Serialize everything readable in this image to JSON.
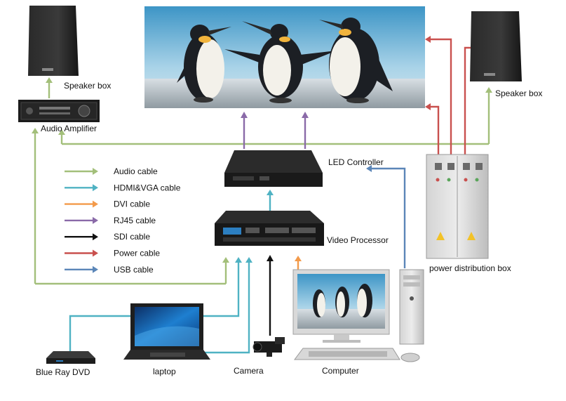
{
  "labels": {
    "speaker_left": "Speaker box",
    "speaker_right": "Speaker box",
    "audio_amplifier": "Audio Amplifier",
    "led_controller": "LED Controller",
    "video_processor": "Video Processor",
    "power_box": "power distribution box",
    "blu_ray": "Blue Ray DVD",
    "laptop": "laptop",
    "camera": "Camera",
    "computer": "Computer"
  },
  "legend": [
    {
      "label": "Audio  cable",
      "color": "#a3bf7a"
    },
    {
      "label": "HDMI&VGA cable",
      "color": "#4fb2c3"
    },
    {
      "label": "DVI  cable",
      "color": "#f39a4a"
    },
    {
      "label": "RJ45 cable",
      "color": "#8a6aa8"
    },
    {
      "label": "SDI cable",
      "color": "#111111"
    },
    {
      "label": "Power cable",
      "color": "#c9504e"
    },
    {
      "label": "USB cable",
      "color": "#5b86b8"
    }
  ],
  "colors": {
    "audio": "#a3bf7a",
    "hdmi_vga": "#4fb2c3",
    "dvi": "#f39a4a",
    "rj45": "#8a6aa8",
    "sdi": "#111111",
    "power": "#c9504e",
    "usb": "#5b86b8"
  }
}
